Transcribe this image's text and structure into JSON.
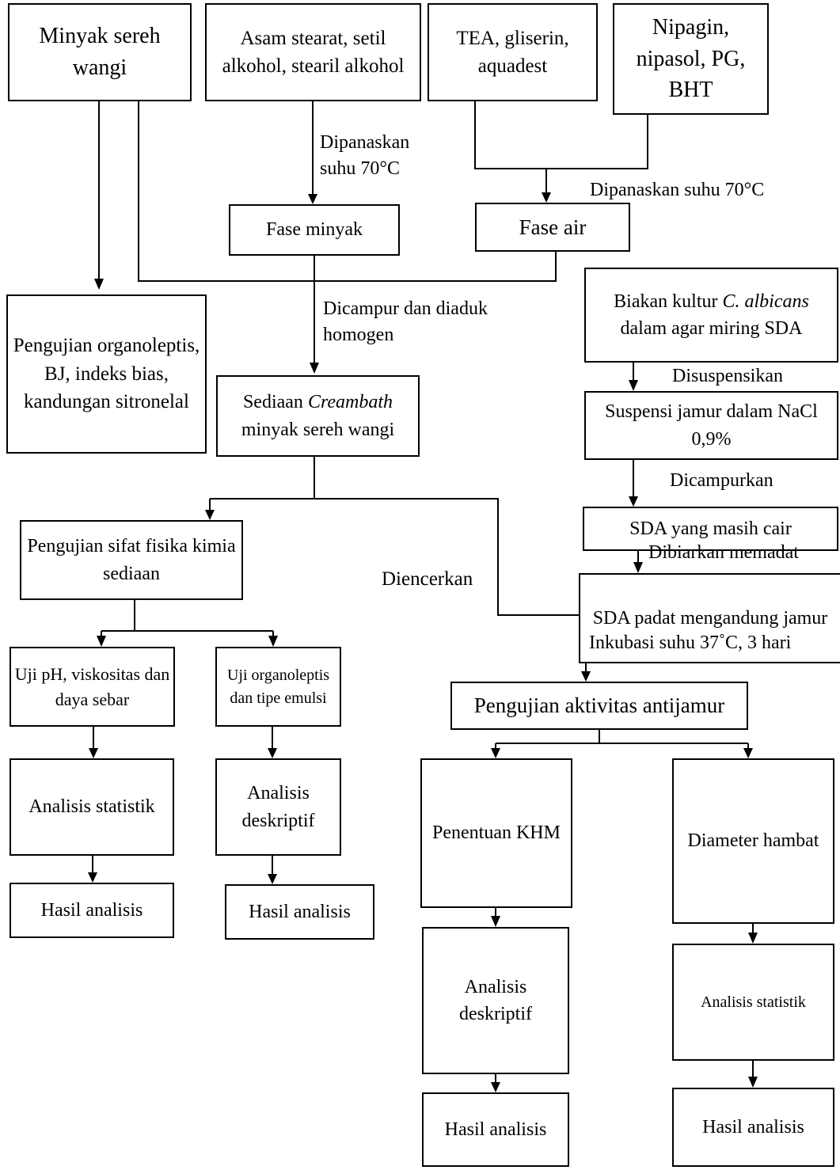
{
  "boxes": {
    "minyak_sereh": "Minyak sereh wangi",
    "asam_stearat": "Asam stearat, setil alkohol, stearil alkohol",
    "tea": "TEA, gliserin, aquadest",
    "nipagin": "Nipagin, nipasol, PG, BHT",
    "fase_minyak": "Fase minyak",
    "fase_air": "Fase air",
    "pengujian_organoleptis": "Pengujian organoleptis, BJ, indeks bias, kandungan sitronelal",
    "biakan_pre": "Biakan kultur ",
    "biakan_em1": "C.",
    "biakan_em2": "albicans",
    "biakan_post": " dalam agar miring SDA",
    "sediaan_pre": "Sediaan ",
    "sediaan_em": "Creambath",
    "sediaan_post": " minyak sereh wangi",
    "suspensi": "Suspensi jamur dalam NaCl 0,9%",
    "sda_cair": "SDA yang masih cair",
    "sifat_fisika": "Pengujian sifat fisika kimia sediaan",
    "sda_padat": "SDA padat mengandung jamur",
    "uji_ph": "Uji pH, viskositas dan daya sebar",
    "uji_organoleptis": "Uji organoleptis dan tipe emulsi",
    "analisis_statistik_left": "Analisis statistik",
    "analisis_deskriptif_left": "Analisis deskriptif",
    "hasil_1": "Hasil analisis",
    "hasil_2": "Hasil analisis",
    "antijamur": "Pengujian aktivitas antijamur",
    "khm": "Penentuan KHM",
    "diameter": "Diameter hambat",
    "analisis_deskriptif_right": "Analisis deskriptif",
    "analisis_statistik_right": "Analisis statistik",
    "hasil_3": "Hasil analisis",
    "hasil_4": "Hasil analisis"
  },
  "labels": {
    "dipanaskan_1a": "Dipanaskan",
    "dipanaskan_1b": "suhu 70°C",
    "dipanaskan_2": "Dipanaskan suhu 70°C",
    "dicampur_a": "Dicampur dan diaduk",
    "dicampur_b": "homogen",
    "disuspensikan": "Disuspensikan",
    "dicampurkan": "Dicampurkan",
    "dibiarkan": "Dibiarkan memadat",
    "diencerkan": "Diencerkan",
    "inkubasi": "Inkubasi suhu 37˚C, 3 hari"
  }
}
